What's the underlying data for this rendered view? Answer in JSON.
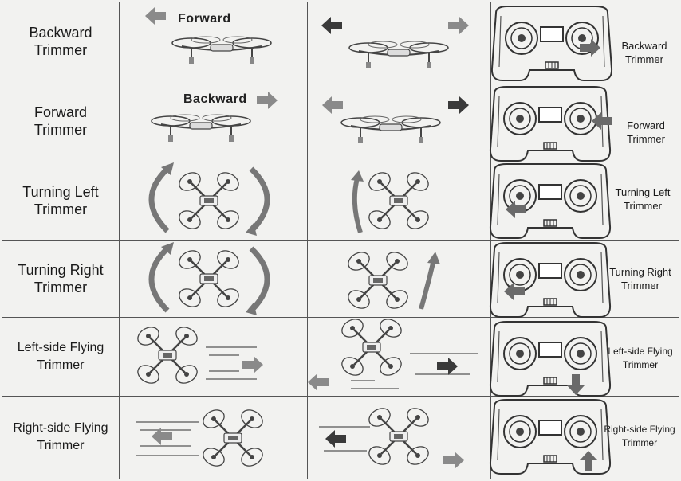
{
  "rows": [
    {
      "title_lines": [
        "Backward",
        "Trimmer"
      ],
      "ctrl_lines": [
        "Backward",
        "Trimmer"
      ],
      "dir_label": "Forward"
    },
    {
      "title_lines": [
        "Forward",
        "Trimmer"
      ],
      "ctrl_lines": [
        "Forward",
        "Trimmer"
      ],
      "dir_label": "Backward"
    },
    {
      "title_lines": [
        "Turning Left",
        "Trimmer"
      ],
      "ctrl_lines": [
        "Turning Left",
        "Trimmer"
      ]
    },
    {
      "title_lines": [
        "Turning Right",
        "Trimmer"
      ],
      "ctrl_lines": [
        "Turning Right",
        "Trimmer"
      ]
    },
    {
      "title_lines": [
        "Left-side Flying",
        "Trimmer"
      ],
      "ctrl_lines": [
        "Left-side Flying",
        "Trimmer"
      ]
    },
    {
      "title_lines": [
        "Right-side Flying",
        "Trimmer"
      ],
      "ctrl_lines": [
        "Right-side Flying",
        "Trimmer"
      ]
    }
  ],
  "colors": {
    "arrow_dark": "#3a3a3a",
    "arrow_gray": "#8a8a8a",
    "line": "#555555"
  }
}
